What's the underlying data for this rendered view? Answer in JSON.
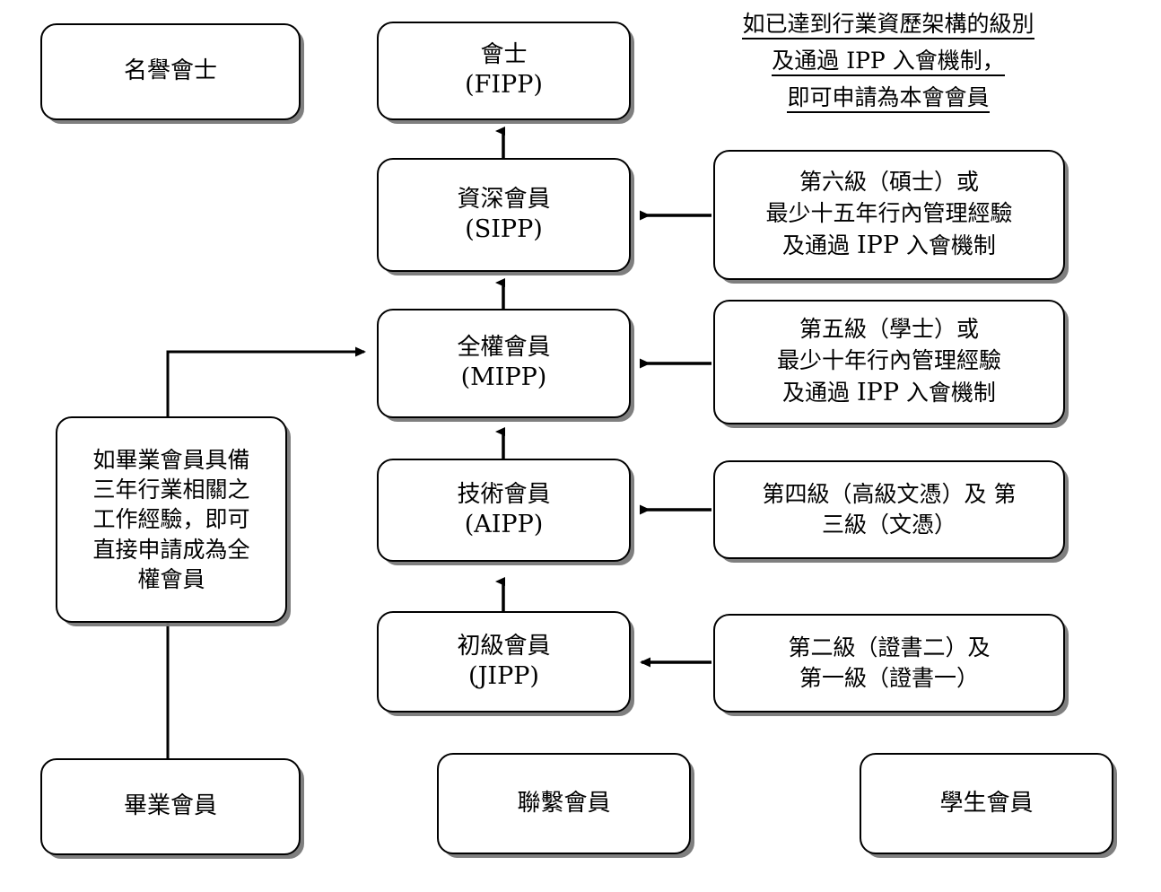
{
  "diagram": {
    "title_caption": {
      "lines": [
        "如已達到行業資歷架構的級別",
        "及通過 IPP 入會機制，",
        "即可申請為本會會員"
      ]
    },
    "nodes": {
      "honorary_fellow": {
        "label": "名譽會士"
      },
      "fellow": {
        "label": "會士\n(FIPP)"
      },
      "senior_member": {
        "label": "資深會員\n(SIPP)"
      },
      "full_member": {
        "label": "全權會員\n(MIPP)"
      },
      "technical_member": {
        "label": "技術會員\n(AIPP)"
      },
      "junior_member": {
        "label": "初級會員\n(JIPP)"
      },
      "graduate_member": {
        "label": "畢業會員"
      },
      "affiliate_member": {
        "label": "聯繫會員"
      },
      "student_member": {
        "label": "學生會員"
      },
      "graduate_note": {
        "label": "如畢業會員具備\n三年行業相關之\n工作經驗，即可\n直接申請成為全\n權會員"
      },
      "req_level_six": {
        "label": "第六級（碩士）或\n最少十五年行內管理經驗\n及通過 IPP 入會機制"
      },
      "req_level_five": {
        "label": "第五級（學士）或\n最少十年行內管理經驗\n及通過 IPP 入會機制"
      },
      "req_level_four": {
        "label": "第四級（高級文憑）及 第\n三級（文憑）"
      },
      "req_level_two": {
        "label": "第二級（證書二）及\n第一級（證書一）"
      }
    },
    "connections": [
      {
        "name": "senior-to-fellow",
        "from": "senior_member",
        "to": "fellow",
        "kind": "arrow-up"
      },
      {
        "name": "full-to-senior",
        "from": "full_member",
        "to": "senior_member",
        "kind": "arrow-up"
      },
      {
        "name": "technical-to-full",
        "from": "technical_member",
        "to": "full_member",
        "kind": "arrow-up"
      },
      {
        "name": "junior-to-technical",
        "from": "junior_member",
        "to": "technical_member",
        "kind": "arrow-up"
      },
      {
        "name": "req-six-to-senior",
        "from": "req_level_six",
        "to": "senior_member",
        "kind": "arrow-left"
      },
      {
        "name": "req-five-to-full",
        "from": "req_level_five",
        "to": "full_member",
        "kind": "arrow-left"
      },
      {
        "name": "req-four-to-technical",
        "from": "req_level_four",
        "to": "technical_member",
        "kind": "arrow-left"
      },
      {
        "name": "req-two-to-junior",
        "from": "req_level_two",
        "to": "junior_member",
        "kind": "arrow-left"
      },
      {
        "name": "note-to-full",
        "from": "graduate_note",
        "to": "full_member",
        "kind": "elbow-arrow-right"
      },
      {
        "name": "graduate-to-note",
        "from": "graduate_member",
        "to": "graduate_note",
        "kind": "plain-line"
      }
    ],
    "colors": {
      "stroke": "#000000",
      "fill": "#ffffff",
      "shadow": "#787878",
      "background": "#ffffff"
    }
  }
}
